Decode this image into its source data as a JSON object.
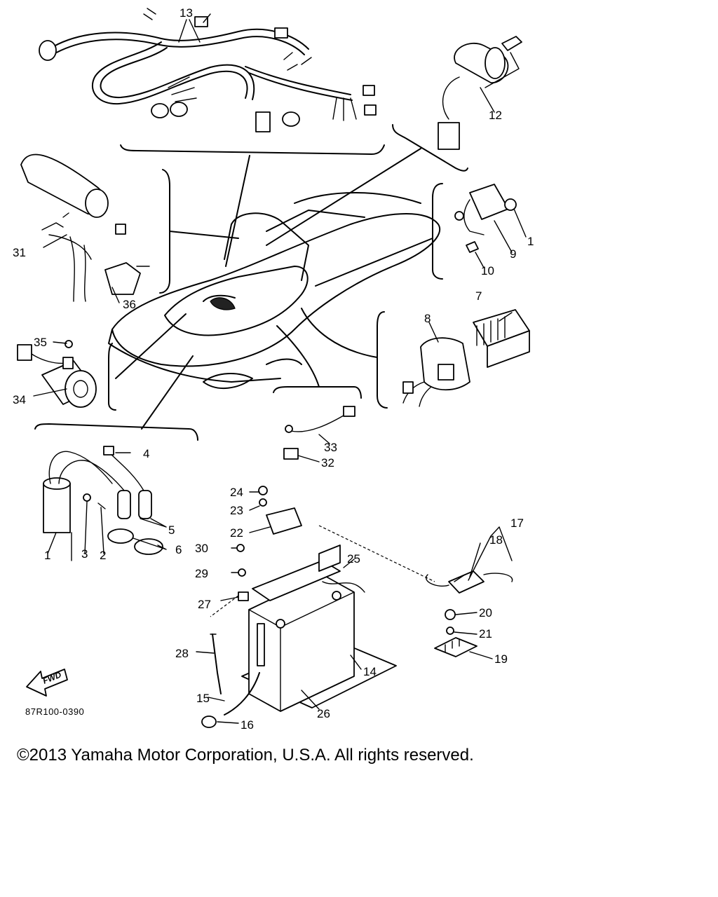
{
  "diagram": {
    "reference_code": "87R100-0390",
    "fwd_label": "FWD",
    "callouts": {
      "p1": "1",
      "p2": "2",
      "p3": "3",
      "p4": "4",
      "p5": "5",
      "p6": "6",
      "p7": "7",
      "p8": "8",
      "p9": "9",
      "p10": "10",
      "p11": "1",
      "p12": "12",
      "p13": "13",
      "p14": "14",
      "p15": "15",
      "p16": "16",
      "p17": "17",
      "p18": "18",
      "p19": "19",
      "p20": "20",
      "p21": "21",
      "p22": "22",
      "p23": "23",
      "p24": "24",
      "p25": "25",
      "p26": "26",
      "p27": "27",
      "p28": "28",
      "p29": "29",
      "p30": "30",
      "p31": "31",
      "p32": "32",
      "p33": "33",
      "p34": "34",
      "p35": "35",
      "p36": "36"
    }
  },
  "footer": {
    "copyright": "©2013 Yamaha Motor Corporation, U.S.A. All rights reserved."
  }
}
